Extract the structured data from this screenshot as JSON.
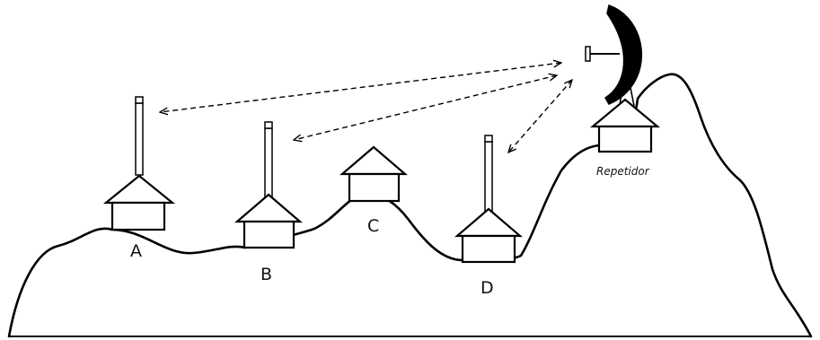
{
  "diagram": {
    "houses": [
      {
        "label": "A",
        "has_antenna": true
      },
      {
        "label": "B",
        "has_antenna": true
      },
      {
        "label": "C",
        "has_antenna": false
      },
      {
        "label": "D",
        "has_antenna": true
      }
    ],
    "repeater": {
      "label": "Repetidor",
      "has_dish": true
    },
    "links": [
      {
        "from": "Repetidor",
        "to": "A",
        "style": "dashed-double-arrow"
      },
      {
        "from": "Repetidor",
        "to": "B",
        "style": "dashed-double-arrow"
      },
      {
        "from": "Repetidor",
        "to": "D",
        "style": "dashed-double-arrow"
      }
    ],
    "colors": {
      "line": "#000000",
      "background": "#ffffff"
    }
  }
}
